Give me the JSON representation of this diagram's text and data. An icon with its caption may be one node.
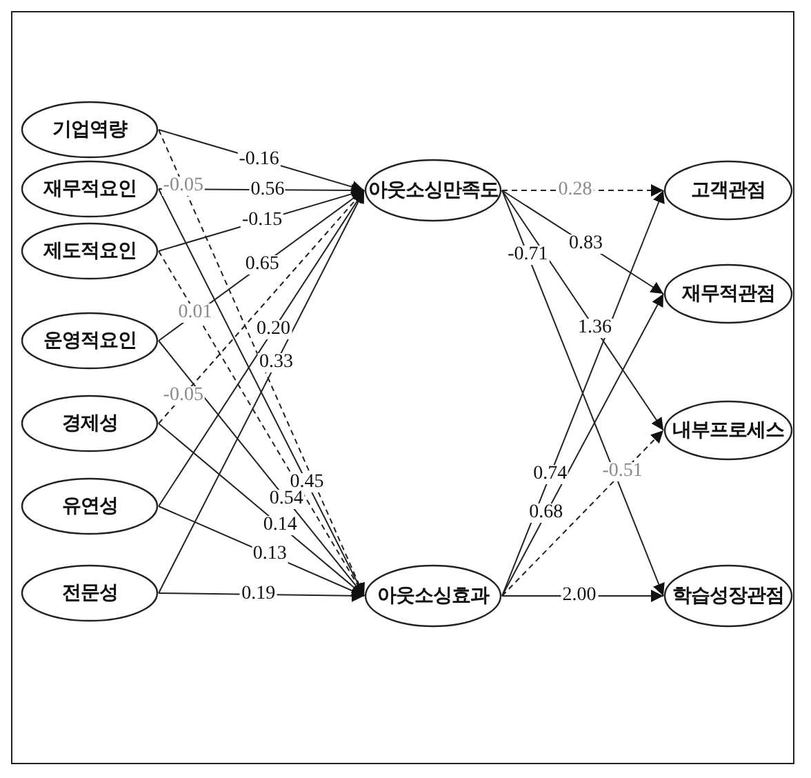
{
  "diagram": {
    "nodes": [
      {
        "text": [
          "기업역량"
        ]
      },
      {
        "text": [
          "재무적요인"
        ]
      },
      {
        "text": [
          "제도적요인"
        ]
      },
      {
        "text": [
          "운영적요인"
        ]
      },
      {
        "text": [
          "경제성"
        ]
      },
      {
        "text": [
          "유연성"
        ]
      },
      {
        "text": [
          "전문성"
        ]
      },
      {
        "text": [
          "아웃소싱만족도"
        ]
      },
      {
        "text": [
          "아웃소싱효과"
        ]
      },
      {
        "text": [
          "고객관점"
        ]
      },
      {
        "text": [
          "재무적관점"
        ]
      },
      {
        "text": [
          "내부프로세스"
        ]
      },
      {
        "text": [
          "학습성장관점"
        ]
      }
    ],
    "edges": [
      {
        "from": 0,
        "to": 7,
        "arrow": "to",
        "label": "-0.16"
      },
      {
        "from": 1,
        "to": 7,
        "arrow": "to",
        "label": "0.56"
      },
      {
        "from": 2,
        "to": 7,
        "arrow": "to",
        "label": "-0.15"
      },
      {
        "from": 3,
        "to": 7,
        "arrow": "to",
        "label": "0.65"
      },
      {
        "from": 4,
        "to": 7,
        "arrow": "to",
        "label": "-0.05",
        "style": "dashed"
      },
      {
        "from": 5,
        "to": 7,
        "arrow": "to",
        "label": "0.20"
      },
      {
        "from": 6,
        "to": 7,
        "arrow": "to",
        "label": "0.33"
      },
      {
        "from": 0,
        "to": 8,
        "arrow": "to",
        "label": "-0.05",
        "style": "dashed"
      },
      {
        "from": 1,
        "to": 8,
        "arrow": "to",
        "label": "0.45"
      },
      {
        "from": 2,
        "to": 8,
        "arrow": "to",
        "label": "0.01",
        "style": "dashed"
      },
      {
        "from": 3,
        "to": 8,
        "arrow": "to",
        "label": "0.54"
      },
      {
        "from": 4,
        "to": 8,
        "arrow": "to",
        "label": "0.14"
      },
      {
        "from": 5,
        "to": 8,
        "arrow": "to",
        "label": "0.13"
      },
      {
        "from": 6,
        "to": 8,
        "arrow": "to",
        "label": "0.19"
      },
      {
        "from": 7,
        "to": 9,
        "arrow": "to",
        "label": "0.28",
        "style": "dashed"
      },
      {
        "from": 7,
        "to": 10,
        "arrow": "to",
        "label": "0.83"
      },
      {
        "from": 7,
        "to": 11,
        "arrow": "to",
        "label": "1.36"
      },
      {
        "from": 7,
        "to": 12,
        "arrow": "to",
        "label": "-0.71"
      },
      {
        "from": 8,
        "to": 9,
        "arrow": "to",
        "label": "0.74"
      },
      {
        "from": 8,
        "to": 10,
        "arrow": "to",
        "label": "0.68"
      },
      {
        "from": 8,
        "to": 11,
        "arrow": "to",
        "label": "-0.51",
        "style": "dashed"
      },
      {
        "from": 8,
        "to": 12,
        "arrow": "to",
        "label": "2.00"
      }
    ]
  }
}
